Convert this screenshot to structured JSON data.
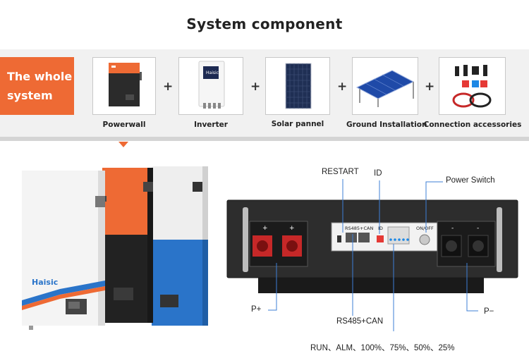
{
  "title": "System component",
  "whole_system": {
    "line1": "The whole",
    "line2": "system"
  },
  "components": [
    {
      "label": "Powerwall"
    },
    {
      "label": "Inverter"
    },
    {
      "label": "Solar pannel"
    },
    {
      "label": "Ground Installation"
    },
    {
      "label": "Connection accessories"
    }
  ],
  "plus_symbol": "+",
  "brand": "Haisic",
  "panel": {
    "port_plus": "+",
    "port_minus": "-",
    "rs_port_label": "RS485+CAN",
    "id_port_label": "ID",
    "switch_label": "ON/OFF"
  },
  "callouts": {
    "restart": "RESTART",
    "id": "ID",
    "power_switch": "Power Switch",
    "p_plus": "P+",
    "rs485": "RS485+CAN",
    "p_minus": "P−",
    "indicators": "RUN、ALM、100%、75%、50%、25%"
  },
  "colors": {
    "accent": "#ee6a34",
    "blue": "#2a74c9",
    "dark": "#2a2a2a",
    "callout_line": "#3d7fd6"
  }
}
